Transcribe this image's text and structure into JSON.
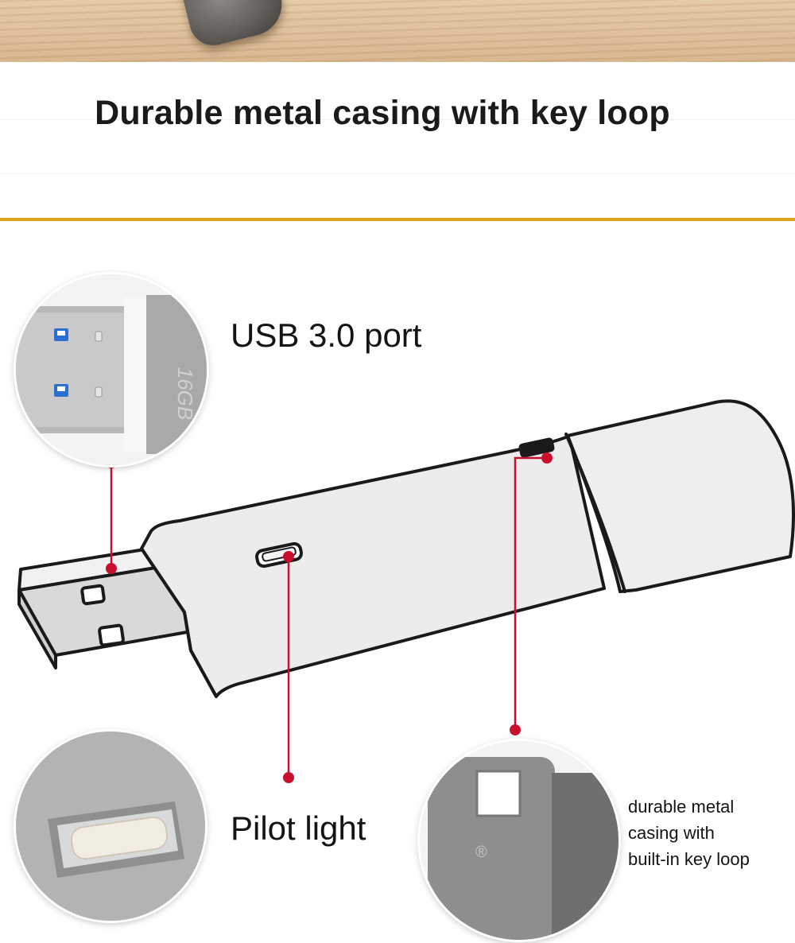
{
  "headline": "Durable metal casing with key loop",
  "callouts": {
    "usb_port": "USB 3.0 port",
    "pilot_light": "Pilot light",
    "casing_lines": [
      "durable metal",
      "casing with",
      "built-in key loop"
    ]
  },
  "zoom_usb": {
    "capacity_text": "16GB"
  },
  "zoom_casing": {
    "trademark_mark": "®"
  },
  "colors": {
    "accent_gold": "#d9a520",
    "callout_red": "#c8102e",
    "metal_gray": "#9a9a9a"
  }
}
